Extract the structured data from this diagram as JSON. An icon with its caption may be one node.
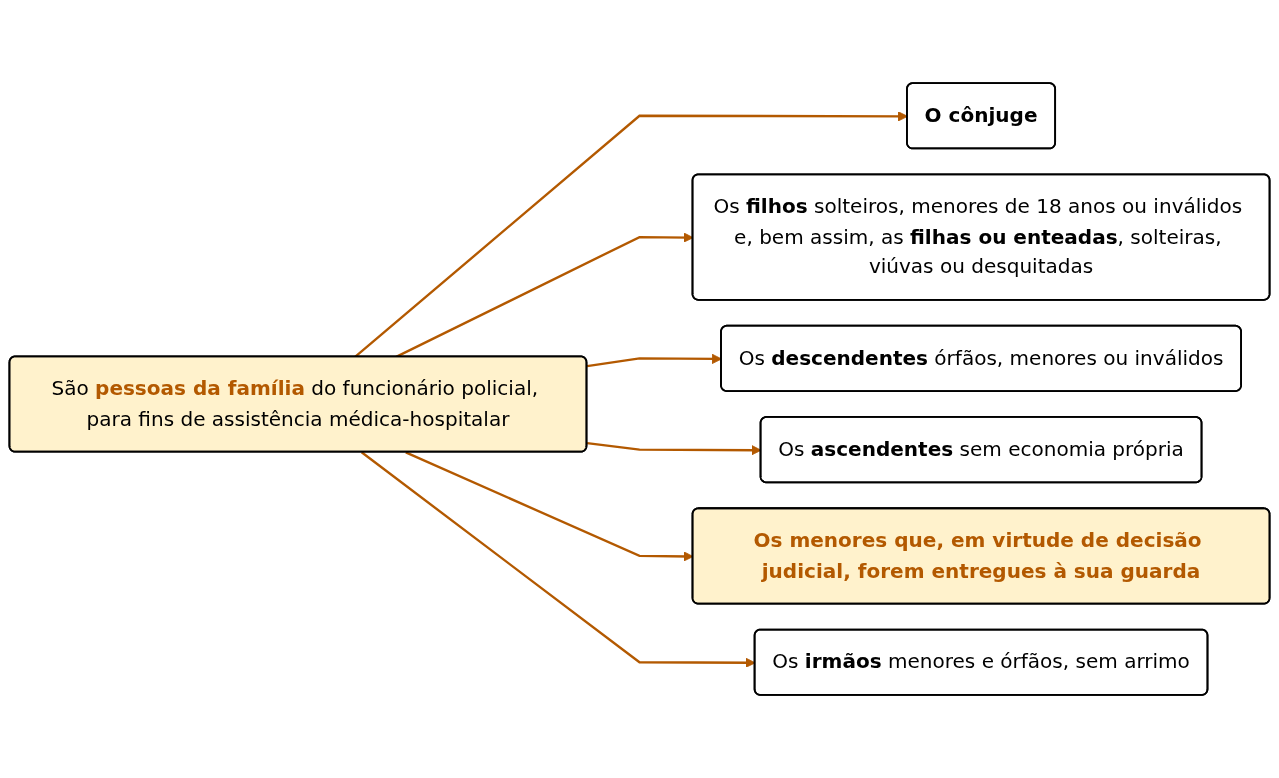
{
  "diagram": {
    "nodes": [
      {
        "text": [
          "São **pessoas da família** do funcionário policial, para fins de assistência médica-hospitalar"
        ]
      },
      {
        "text": [
          "O cônjuge"
        ]
      },
      {
        "text": [
          "Os **filhos** solteiros, menores de 18 anos ou inválidos e, bem assim, as **filhas ou enteadas**, solteiras, viúvas ou desquitadas"
        ]
      },
      {
        "text": [
          "Os **descendentes** órfãos, menores ou inválidos"
        ]
      },
      {
        "text": [
          "Os **ascendentes** sem economia própria"
        ]
      },
      {
        "text": [
          "Os menores que, em virtude de decisão judicial, forem entregues à sua guarda"
        ]
      },
      {
        "text": [
          "Os **irmãos** menores e órfãos, sem arrimo"
        ]
      }
    ],
    "edges": [
      {
        "from": 0,
        "to": 1,
        "arrow": "to"
      },
      {
        "from": 0,
        "to": 2,
        "arrow": "to"
      },
      {
        "from": 0,
        "to": 3,
        "arrow": "to"
      },
      {
        "from": 0,
        "to": 4,
        "arrow": "to"
      },
      {
        "from": 0,
        "to": 5,
        "arrow": "to"
      },
      {
        "from": 0,
        "to": 6,
        "arrow": "to"
      }
    ]
  }
}
